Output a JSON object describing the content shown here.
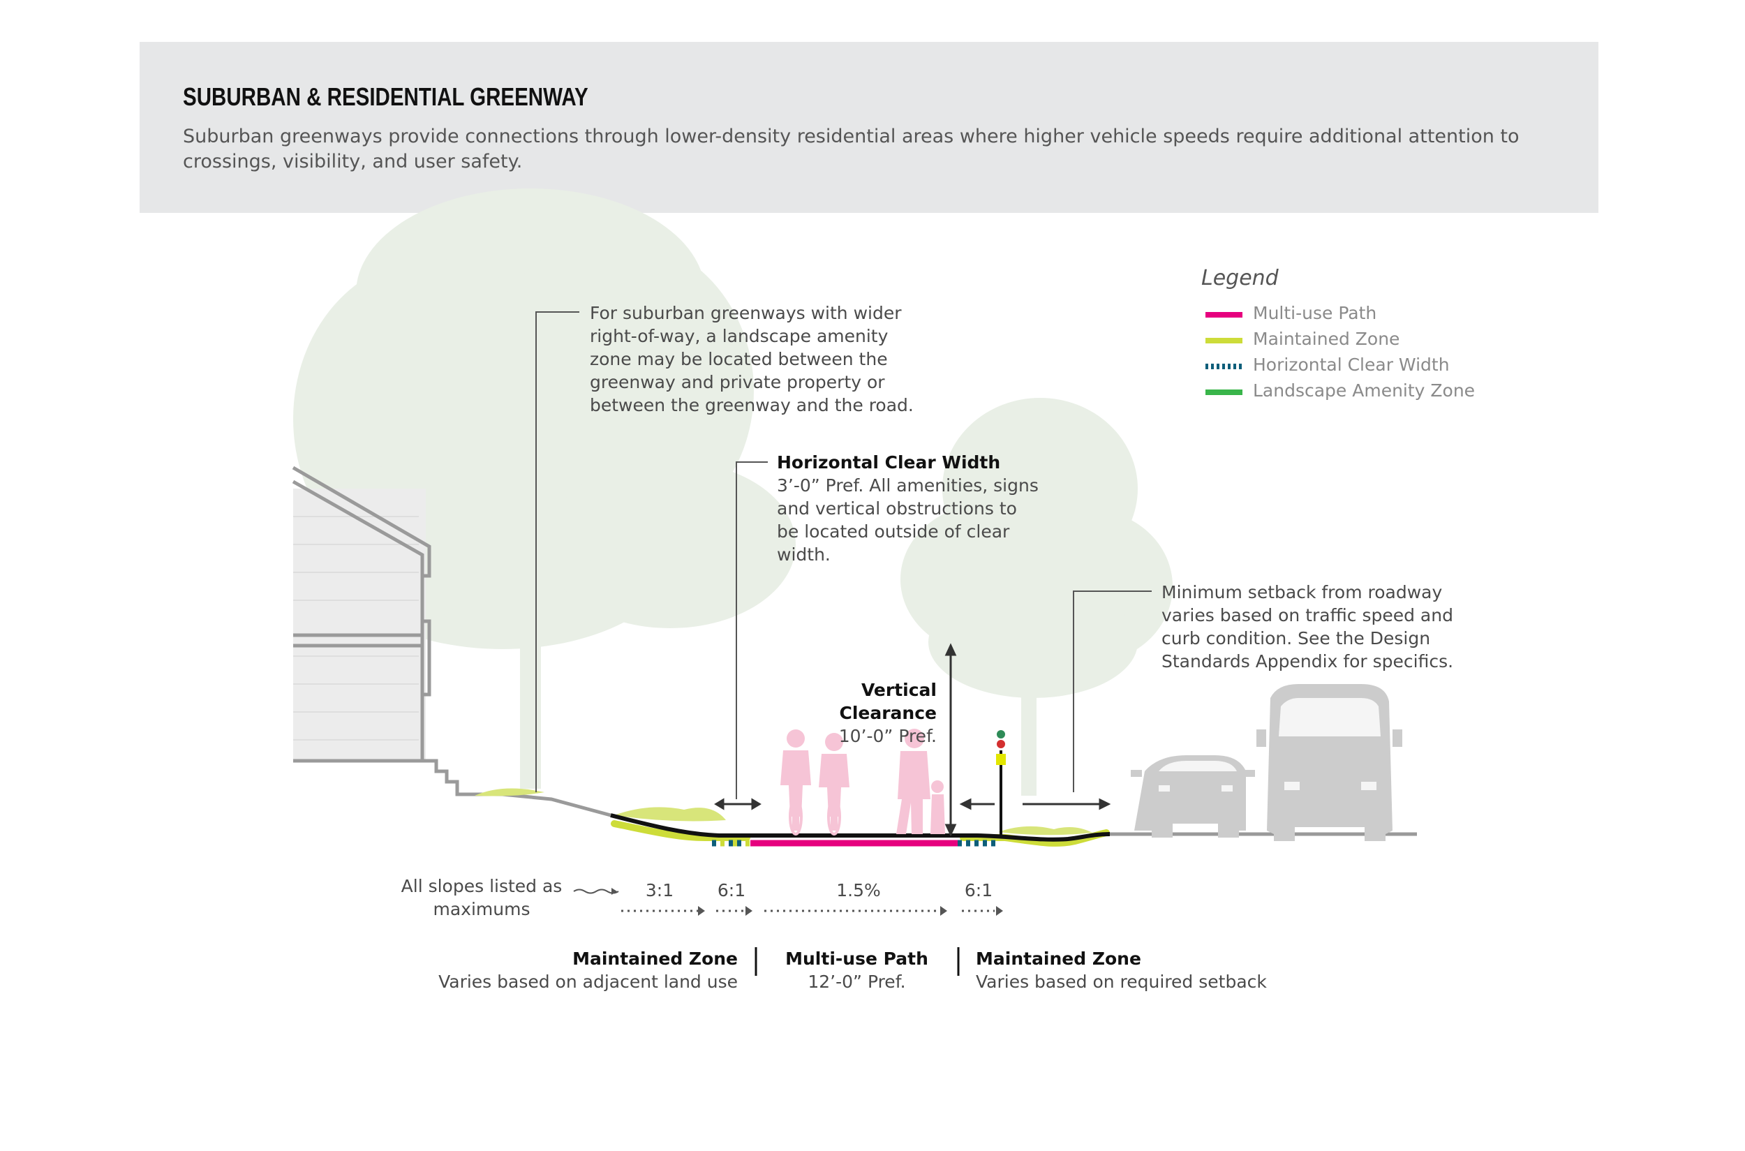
{
  "header": {
    "title": "SUBURBAN & RESIDENTIAL GREENWAY",
    "description": "Suburban greenways provide connections through lower-density residential areas where higher vehicle speeds require additional attention to crossings, visibility, and user safety."
  },
  "legend": {
    "title": "Legend",
    "items": [
      {
        "label": "Multi-use Path",
        "color": "#e6007e",
        "style": "solid"
      },
      {
        "label": "Maintained Zone",
        "color": "#cddc39",
        "style": "solid"
      },
      {
        "label": "Horizontal Clear Width",
        "color": "#0d5e7a",
        "style": "dotted"
      },
      {
        "label": "Landscape Amenity Zone",
        "color": "#39b54a",
        "style": "solid"
      }
    ]
  },
  "callouts": {
    "landscape_amenity": "For suburban greenways with wider right-of-way, a landscape amenity zone may be located between the greenway and private property or between the greenway and the road.",
    "horizontal_clear": {
      "title": "Horizontal Clear Width",
      "text": "3’-0” Pref. All amenities, signs and vertical obstructions to be located outside of clear width."
    },
    "vertical_clearance": {
      "title_line1": "Vertical",
      "title_line2": "Clearance",
      "value": "10’-0” Pref."
    },
    "setback": "Minimum setback from roadway varies based on traffic speed and curb condition. See the Design Standards Appendix for specifics."
  },
  "slopes": {
    "note_line1": "All slopes listed as",
    "note_line2": "maximums",
    "values": [
      "3:1",
      "6:1",
      "1.5%",
      "6:1"
    ]
  },
  "zones": [
    {
      "title": "Maintained Zone",
      "subtitle": "Varies based on adjacent land use"
    },
    {
      "title": "Multi-use Path",
      "subtitle": "12’-0” Pref."
    },
    {
      "title": "Maintained Zone",
      "subtitle": "Varies based on required setback"
    }
  ],
  "colors": {
    "tree": "#e9efe6",
    "structure": "#9a9a9a",
    "people": "#f6c4d6",
    "vehicle": "#cccccc"
  }
}
